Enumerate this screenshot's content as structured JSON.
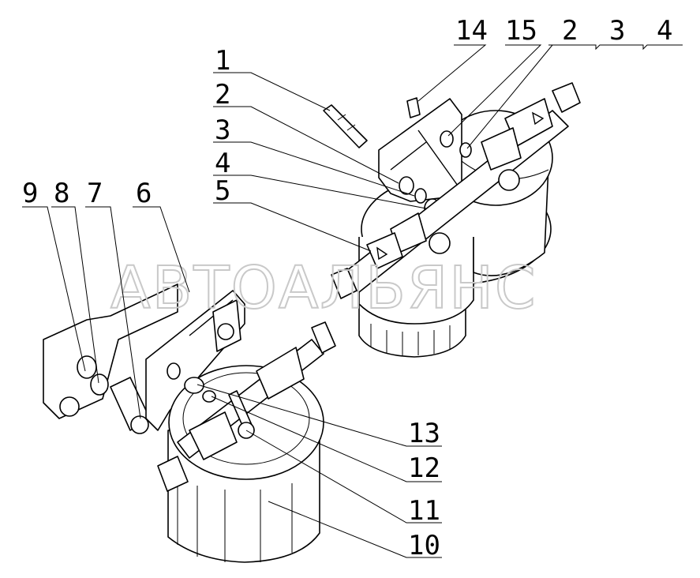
{
  "watermark": "АВТОАЛЬЯНС",
  "callouts": {
    "c1": "1",
    "c2a": "2",
    "c3a": "3",
    "c4a": "4",
    "c5": "5",
    "c6": "6",
    "c7": "7",
    "c8": "8",
    "c9": "9",
    "c10": "10",
    "c11": "11",
    "c12": "12",
    "c13": "13",
    "c14": "14",
    "c15": "15",
    "c2b": "2",
    "c3b": "3",
    "c4b": "4"
  }
}
